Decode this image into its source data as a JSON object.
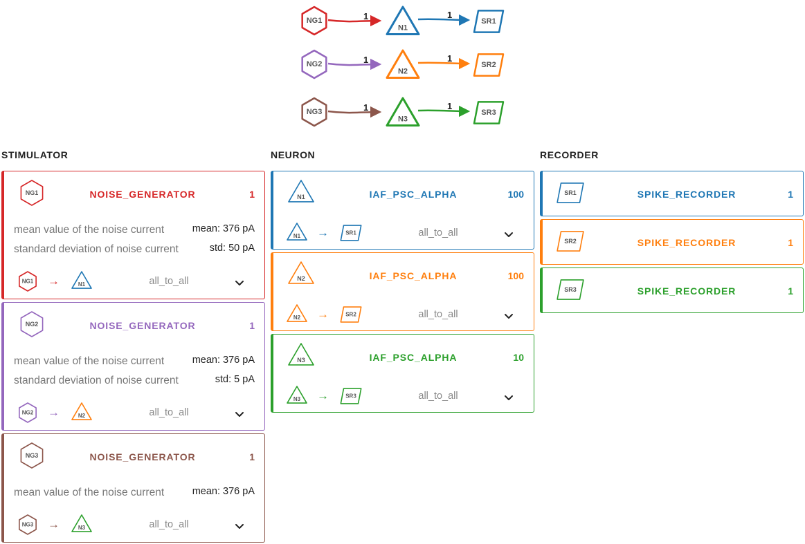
{
  "colors": {
    "red": "#d62728",
    "purple": "#9467bd",
    "brown": "#8c564b",
    "blue": "#1f77b4",
    "orange": "#ff7f0e",
    "green": "#2ca02c"
  },
  "graph": {
    "rows": [
      {
        "generator": {
          "label": "NG1",
          "color": "#d62728"
        },
        "neuron": {
          "label": "N1",
          "color": "#1f77b4"
        },
        "recorder": {
          "label": "SR1",
          "color": "#1f77b4"
        },
        "weight_in": "1",
        "weight_out": "1"
      },
      {
        "generator": {
          "label": "NG2",
          "color": "#9467bd"
        },
        "neuron": {
          "label": "N2",
          "color": "#ff7f0e"
        },
        "recorder": {
          "label": "SR2",
          "color": "#ff7f0e"
        },
        "weight_in": "1",
        "weight_out": "1"
      },
      {
        "generator": {
          "label": "NG3",
          "color": "#8c564b"
        },
        "neuron": {
          "label": "N3",
          "color": "#2ca02c"
        },
        "recorder": {
          "label": "SR3",
          "color": "#2ca02c"
        },
        "weight_in": "1",
        "weight_out": "1"
      }
    ]
  },
  "columns": {
    "stimulator": "STIMULATOR",
    "neuron": "NEURON",
    "recorder": "RECORDER"
  },
  "stimulators": [
    {
      "label": "NG1",
      "model": "NOISE_GENERATOR",
      "count": "1",
      "color": "#d62728",
      "params": [
        {
          "desc": "mean value of the noise current",
          "value": "mean: 376 pA"
        },
        {
          "desc": "standard deviation of noise current",
          "value": "std: 50 pA"
        }
      ],
      "connection": {
        "source": "NG1",
        "target": "N1",
        "target_color": "#1f77b4",
        "rule": "all_to_all",
        "arrow": "→"
      }
    },
    {
      "label": "NG2",
      "model": "NOISE_GENERATOR",
      "count": "1",
      "color": "#9467bd",
      "params": [
        {
          "desc": "mean value of the noise current",
          "value": "mean: 376 pA"
        },
        {
          "desc": "standard deviation of noise current",
          "value": "std: 5 pA"
        }
      ],
      "connection": {
        "source": "NG2",
        "target": "N2",
        "target_color": "#ff7f0e",
        "rule": "all_to_all",
        "arrow": "→"
      }
    },
    {
      "label": "NG3",
      "model": "NOISE_GENERATOR",
      "count": "1",
      "color": "#8c564b",
      "params": [
        {
          "desc": "mean value of the noise current",
          "value": "mean: 376 pA"
        }
      ],
      "connection": {
        "source": "NG3",
        "target": "N3",
        "target_color": "#2ca02c",
        "rule": "all_to_all",
        "arrow": "→"
      }
    }
  ],
  "neurons": [
    {
      "label": "N1",
      "model": "IAF_PSC_ALPHA",
      "count": "100",
      "color": "#1f77b4",
      "connection": {
        "source": "N1",
        "target": "SR1",
        "target_color": "#1f77b4",
        "rule": "all_to_all",
        "arrow": "→"
      }
    },
    {
      "label": "N2",
      "model": "IAF_PSC_ALPHA",
      "count": "100",
      "color": "#ff7f0e",
      "connection": {
        "source": "N2",
        "target": "SR2",
        "target_color": "#ff7f0e",
        "rule": "all_to_all",
        "arrow": "→"
      }
    },
    {
      "label": "N3",
      "model": "IAF_PSC_ALPHA",
      "count": "10",
      "color": "#2ca02c",
      "connection": {
        "source": "N3",
        "target": "SR3",
        "target_color": "#2ca02c",
        "rule": "all_to_all",
        "arrow": "→"
      }
    }
  ],
  "recorders": [
    {
      "label": "SR1",
      "model": "SPIKE_RECORDER",
      "count": "1",
      "color": "#1f77b4"
    },
    {
      "label": "SR2",
      "model": "SPIKE_RECORDER",
      "count": "1",
      "color": "#ff7f0e"
    },
    {
      "label": "SR3",
      "model": "SPIKE_RECORDER",
      "count": "1",
      "color": "#2ca02c"
    }
  ]
}
